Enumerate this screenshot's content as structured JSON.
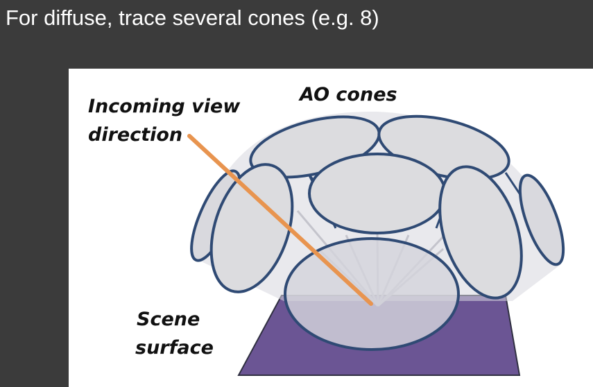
{
  "slide": {
    "title": "For diffuse, trace several cones (e.g. 8)"
  },
  "diagram": {
    "labels": {
      "incoming_line1": "Incoming view",
      "incoming_line2": "direction",
      "ao_cones": "AO cones",
      "scene_line1": "Scene",
      "scene_line2": "surface"
    },
    "colors": {
      "slide_background": "#3b3b3b",
      "figure_background": "#ffffff",
      "cone_fill": "#dcdcdf",
      "cone_outline": "#2f4a74",
      "surface_fill": "#6b5594",
      "view_direction": "#e8944f"
    }
  }
}
